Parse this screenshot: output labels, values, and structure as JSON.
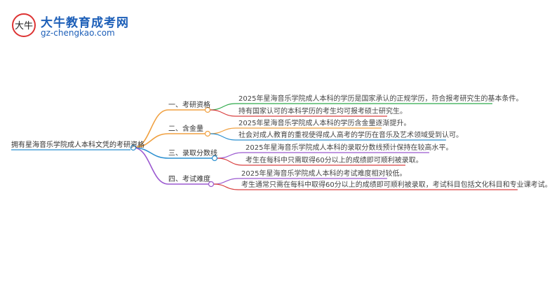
{
  "logo": {
    "brand": "大牛教育成考网",
    "url": "gz-chengkao.com",
    "mark_text": "大牛"
  },
  "mindmap": {
    "root": "拥有星海音乐学院成人本科文凭的考研资格",
    "branches": [
      {
        "label": "一、考研资格",
        "color": "#f0a040",
        "leaves": [
          {
            "text": "2025年星海音乐学院成人本科的学历是国家承认的正规学历，符合报考研究生的基本条件。",
            "color": "#2eaa4a"
          },
          {
            "text": "持有国家认可的本科学历的考生均可报考硕士研究生。",
            "color": "#d94040"
          }
        ]
      },
      {
        "label": "二、含金量",
        "color": "#f0a040",
        "leaves": [
          {
            "text": "2025年星海音乐学院成人本科的学历含金量逐渐提升。",
            "color": "#f0a040"
          },
          {
            "text": "社会对成人教育的重视使得成人高考的学历在音乐及艺术领域受到认可。",
            "color": "#2a8fd0"
          }
        ]
      },
      {
        "label": "三、录取分数线",
        "color": "#2a8fd0",
        "leaves": [
          {
            "text": "2025年星海音乐学院成人本科的录取分数线预计保持在较高水平。",
            "color": "#9b59d0"
          },
          {
            "text": "考生在每科中只需取得60分以上的成绩即可顺利被录取。",
            "color": "#d94040"
          }
        ]
      },
      {
        "label": "四、考试难度",
        "color": "#9b59d0",
        "leaves": [
          {
            "text": "2025年星海音乐学院成人本科的考试难度相对较低。",
            "color": "#9b59d0"
          },
          {
            "text": "考生通常只需在每科中取得60分以上的成绩即可顺利被录取，考试科目包括文化科目和专业课考试。",
            "color": "#d94040"
          }
        ]
      }
    ]
  }
}
